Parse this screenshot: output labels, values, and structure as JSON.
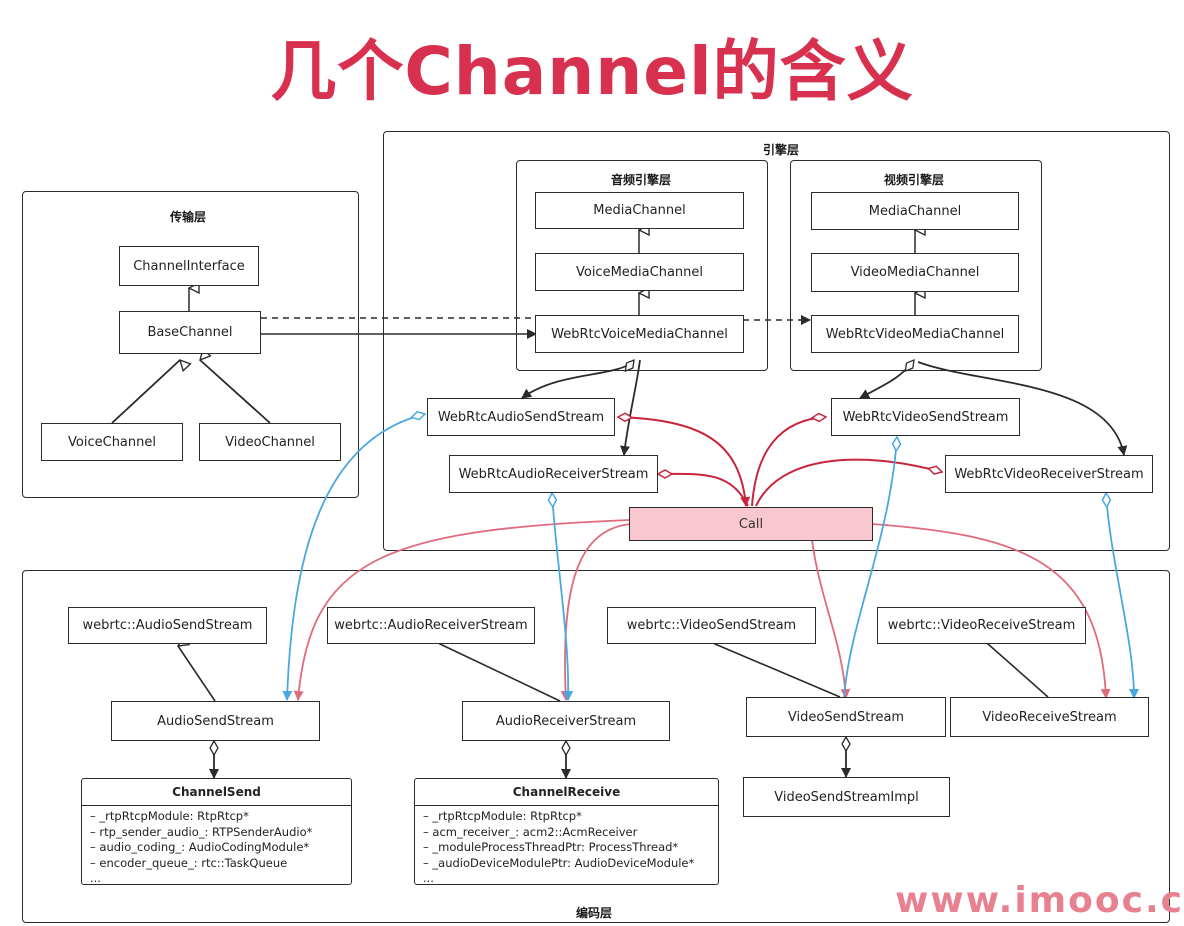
{
  "title": "几个Channel的含义",
  "layers": {
    "transport": "传输层",
    "engine": "引擎层",
    "audio_engine": "音频引擎层",
    "video_engine": "视频引擎层",
    "codec": "编码层"
  },
  "transport": {
    "channel_interface": "ChannelInterface",
    "base_channel": "BaseChannel",
    "voice_channel": "VoiceChannel",
    "video_channel": "VideoChannel"
  },
  "audio_engine": {
    "media_channel": "MediaChannel",
    "voice_media_channel": "VoiceMediaChannel",
    "webrtc_voice_media_channel": "WebRtcVoiceMediaChannel"
  },
  "video_engine": {
    "media_channel": "MediaChannel",
    "video_media_channel": "VideoMediaChannel",
    "webrtc_video_media_channel": "WebRtcVideoMediaChannel"
  },
  "engine_streams": {
    "audio_send": "WebRtcAudioSendStream",
    "audio_receiver": "WebRtcAudioReceiverStream",
    "video_send": "WebRtcVideoSendStream",
    "video_receiver": "WebRtcVideoReceiverStream",
    "call": "Call"
  },
  "codec": {
    "api_audio_send": "webrtc::AudioSendStream",
    "api_audio_receiver": "webrtc::AudioReceiverStream",
    "api_video_send": "webrtc::VideoSendStream",
    "api_video_receive": "webrtc::VideoReceiveStream",
    "audio_send": "AudioSendStream",
    "audio_receiver": "AudioReceiverStream",
    "video_send": "VideoSendStream",
    "video_receive": "VideoReceiveStream",
    "video_send_impl": "VideoSendStreamImpl"
  },
  "channel_send": {
    "title": "ChannelSend",
    "fields": [
      "– _rtpRtcpModule: RtpRtcp*",
      "– rtp_sender_audio_: RTPSenderAudio*",
      "– audio_coding_: AudioCodingModule*",
      "– encoder_queue_: rtc::TaskQueue",
      "..."
    ]
  },
  "channel_receive": {
    "title": "ChannelReceive",
    "fields": [
      "– _rtpRtcpModule: RtpRtcp*",
      "– acm_receiver_: acm2::AcmReceiver",
      "– _moduleProcessThreadPtr: ProcessThread*",
      "– _audioDeviceModulePtr: AudioDeviceModule*",
      "..."
    ]
  },
  "watermark": "www.imooc.c",
  "colors": {
    "title": "#d8314f",
    "call_fill": "#f9c7cf",
    "red_arrow": "#c8243c",
    "pink_arrow": "#e06b7d",
    "blue_arrow": "#4aa8e0",
    "black_line": "#2b2b2b"
  }
}
